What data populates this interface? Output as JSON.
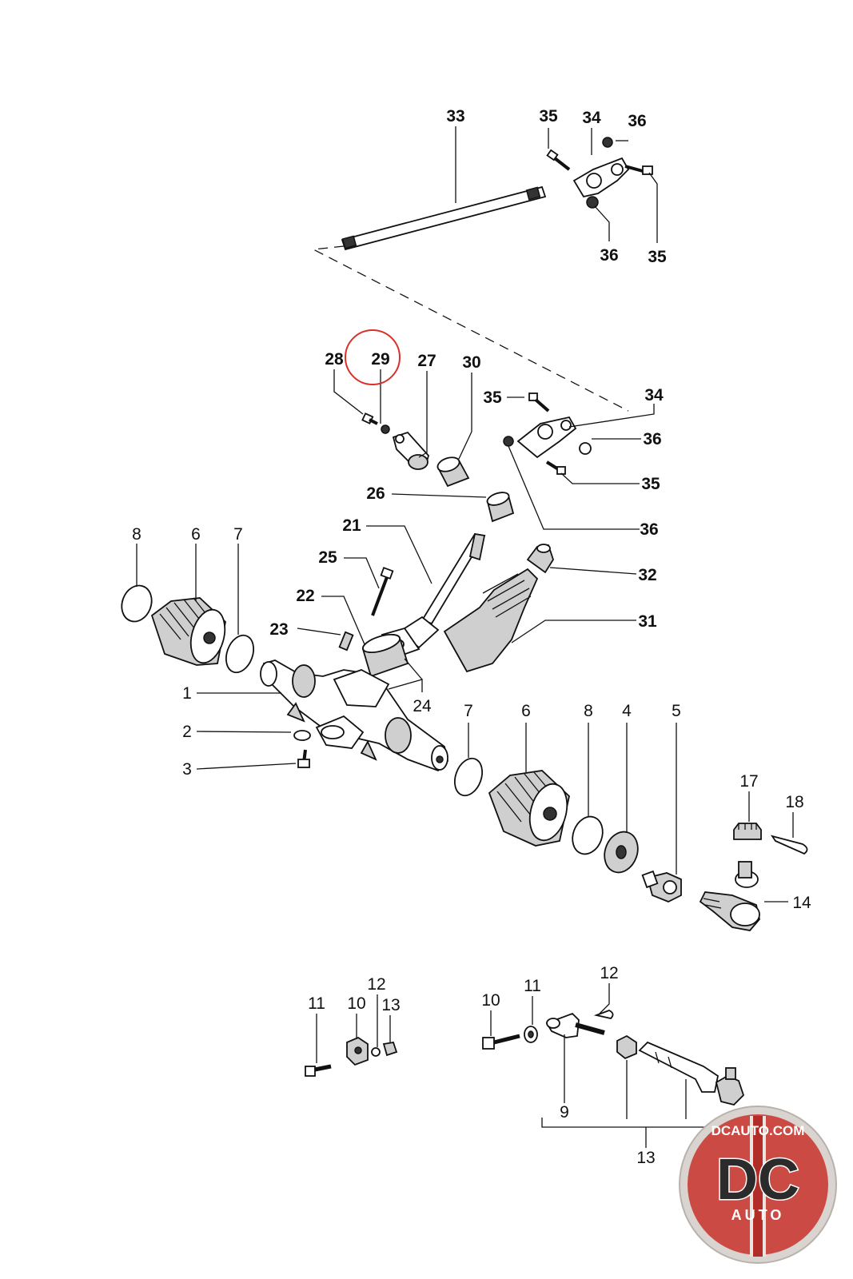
{
  "diagram": {
    "labels": {
      "l33": "33",
      "l35a": "35",
      "l34a": "34",
      "l36a": "36",
      "l36b": "36",
      "l35b": "35",
      "l28": "28",
      "l29": "29",
      "l27": "27",
      "l30": "30",
      "l35c": "35",
      "l34b": "34",
      "l36c": "36",
      "l35d": "35",
      "l26": "26",
      "l36d": "36",
      "l21": "21",
      "l32": "32",
      "l25": "25",
      "l22": "22",
      "l31": "31",
      "l23": "23",
      "l8a": "8",
      "l6a": "6",
      "l7a": "7",
      "l24": "24",
      "l1": "1",
      "l2": "2",
      "l3": "3",
      "l7b": "7",
      "l6b": "6",
      "l8b": "8",
      "l4": "4",
      "l5": "5",
      "l17": "17",
      "l18": "18",
      "l14": "14",
      "l11a": "11",
      "l10a": "10",
      "l12a": "12",
      "l13a": "13",
      "l10b": "10",
      "l11b": "11",
      "l12b": "12",
      "l9": "9",
      "l13b": "13"
    },
    "highlight": {
      "part": "29",
      "color": "#d9302c"
    }
  },
  "logo": {
    "site": "DCAUTO.COM",
    "mark": "DC",
    "word": "AUTO",
    "colors": {
      "red": "#c8332b",
      "dark": "#2b2b2b",
      "ring": "#d9d4d0",
      "stripe": "#b22d27"
    }
  }
}
